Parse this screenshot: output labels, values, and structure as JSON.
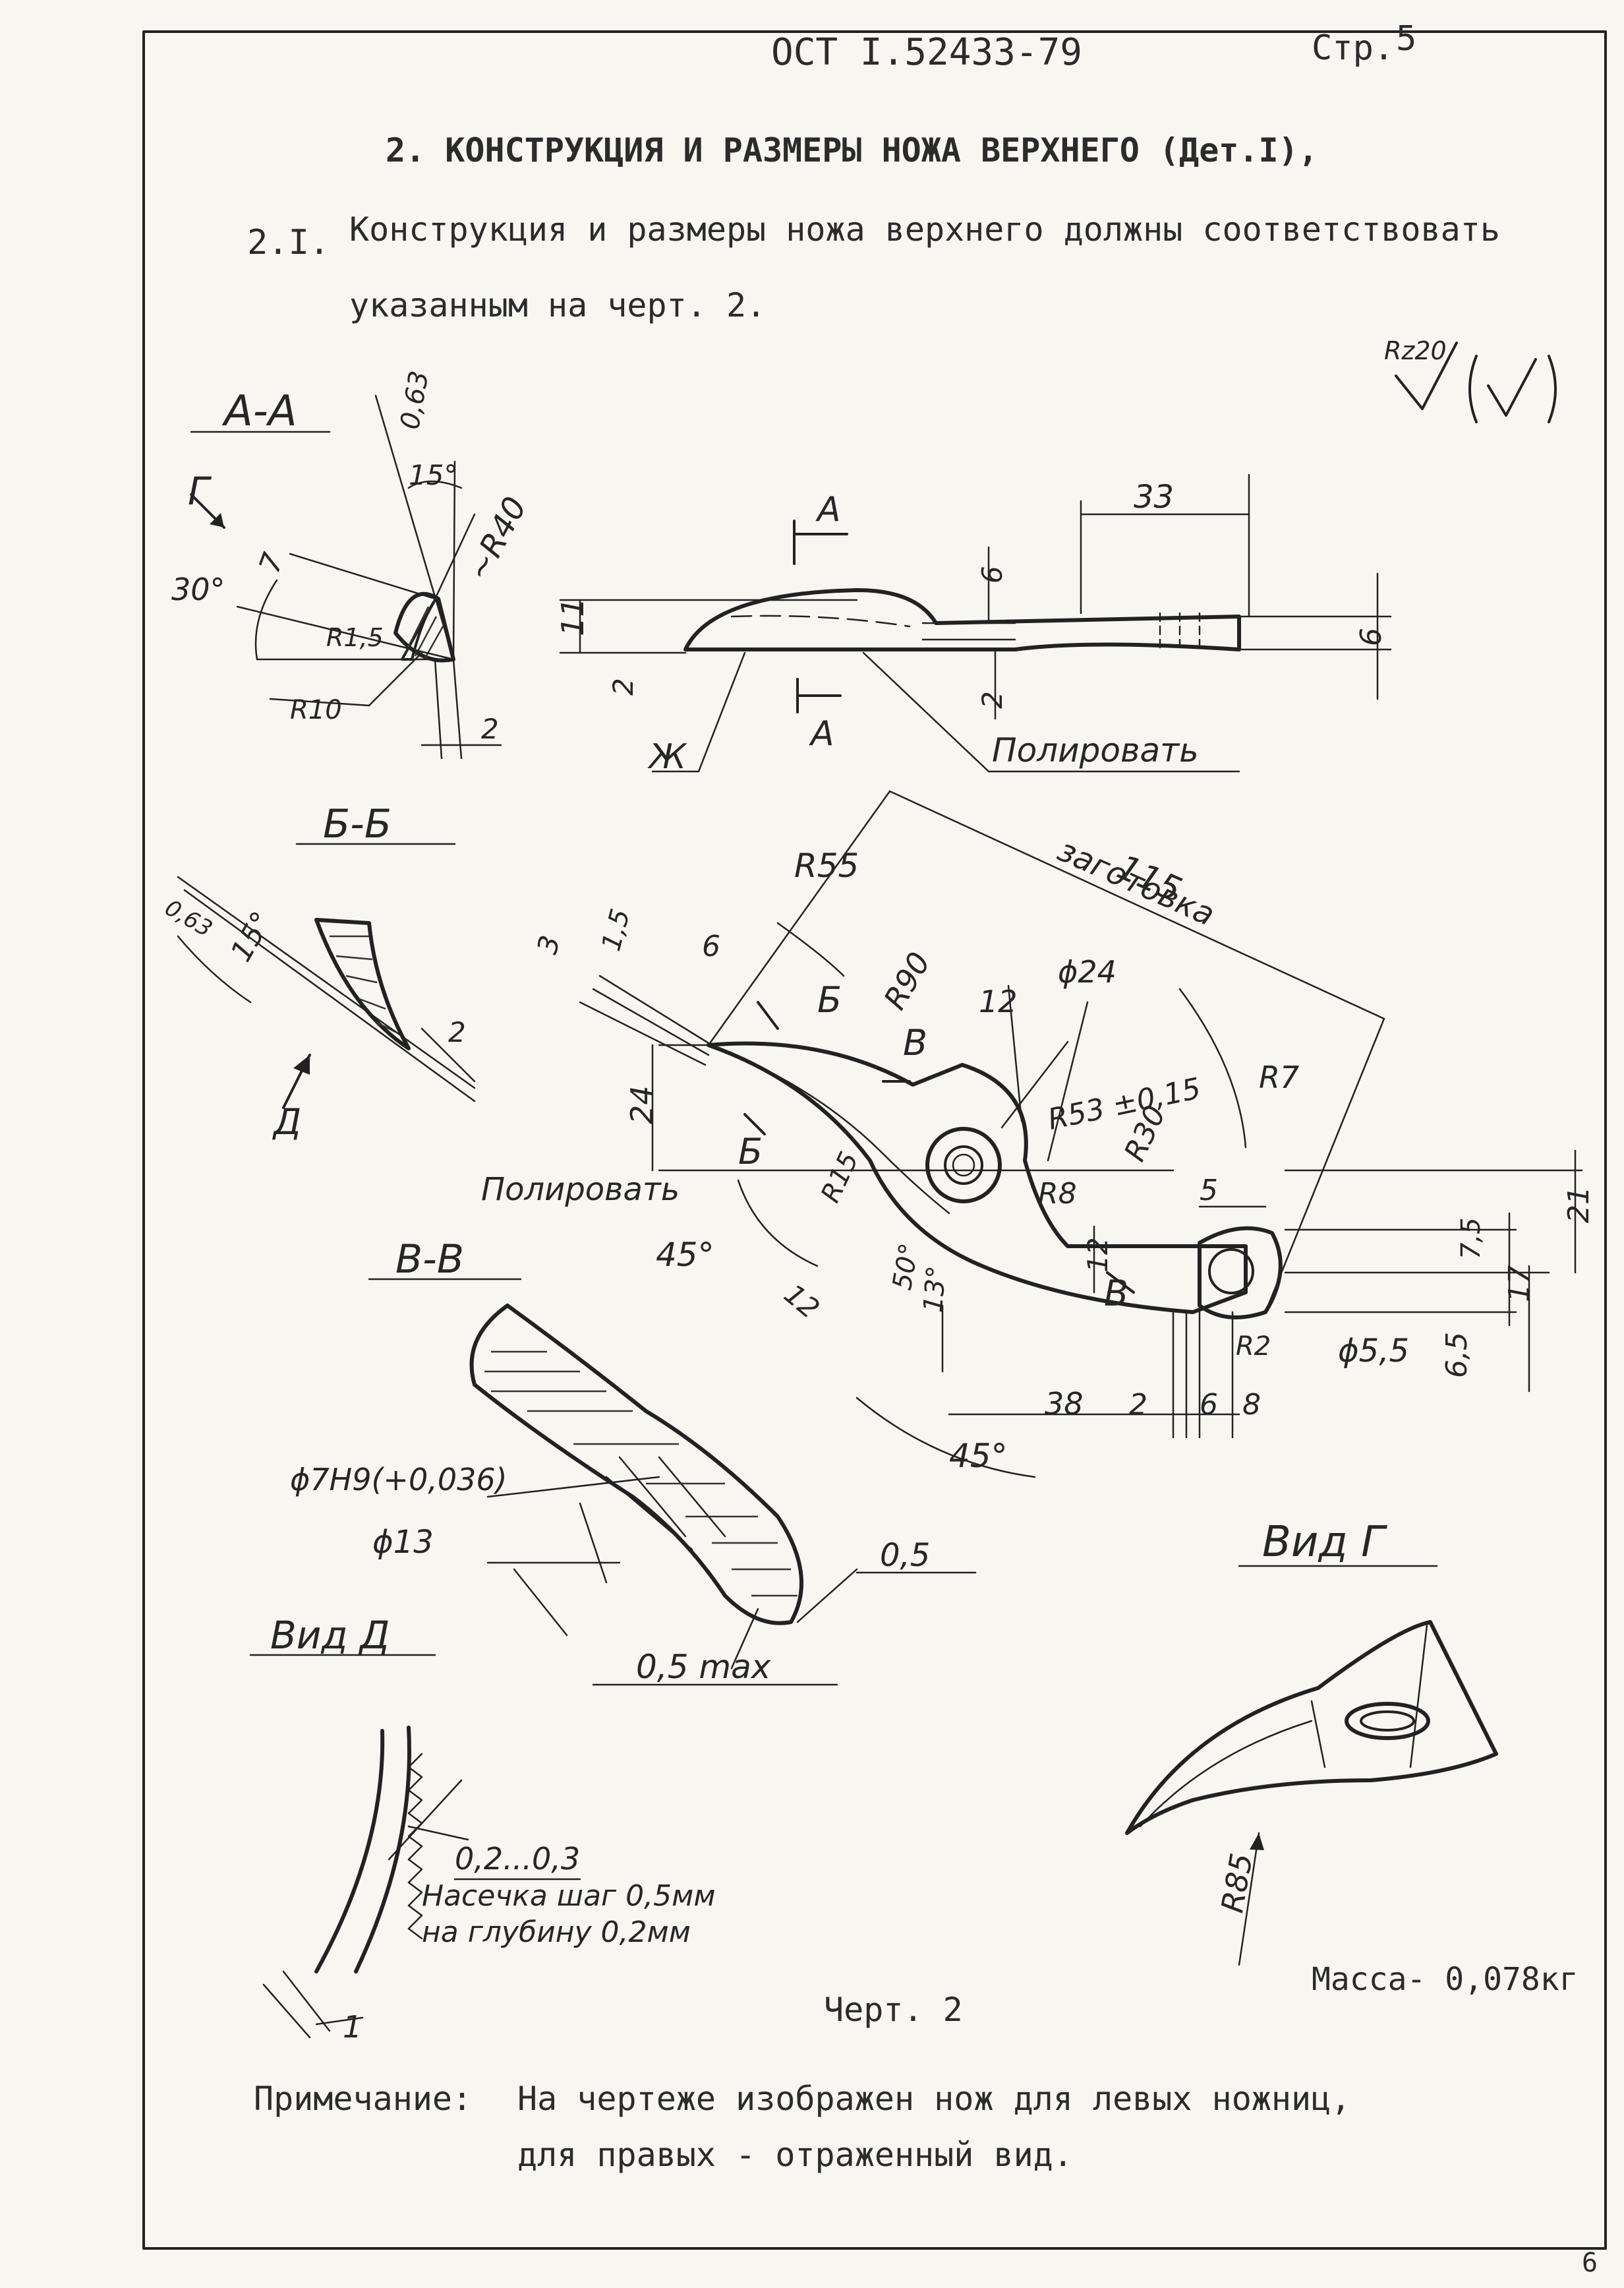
{
  "header": {
    "standard": "ОСТ  I.52433-79",
    "page_label": "Стр.",
    "page_number": "5"
  },
  "section": {
    "title": "2. КОНСТРУКЦИЯ И РАЗМЕРЫ НОЖА ВЕРХНЕГО (Дет.I),",
    "para_number": "2.I.",
    "para_line1": "Конструкция и размеры ножа верхнего должны соответствовать",
    "para_line2": "указанным на черт.  2."
  },
  "drawing": {
    "roughness": "Rz20",
    "views": {
      "aa": "А-А",
      "bb": "Б-Б",
      "vv": "В-В",
      "vid_d": "Вид Д",
      "vid_g": "Вид Г"
    },
    "letters": {
      "A": "А",
      "B": "Б",
      "V": "В",
      "G": "Г",
      "D": "Д",
      "Zh": "Ж"
    },
    "dims": {
      "d_063": "0,63",
      "d_15deg": "15°",
      "d_r40": "~R40",
      "d_7": "7",
      "d_30deg": "30°",
      "d_r15": "R1,5",
      "d_r10": "R10",
      "d_2": "2",
      "d_33": "33",
      "d_6": "6",
      "d_11": "11",
      "d_r55": "R55",
      "d_115": "115",
      "d_zagotovka": "заготовка",
      "d_3": "3",
      "d_1_5": "1,5",
      "d_r90": "R90",
      "d_12": "12",
      "d_phi24": "ϕ24",
      "d_r53": "R53 ±0,15",
      "d_r30": "R30",
      "d_r7": "R7",
      "d_24": "24",
      "d_r8": "R8",
      "d_5": "5",
      "d_21": "21",
      "d_7_5": "7,5",
      "d_17": "17",
      "d_6_5": "6,5",
      "d_r15b": "R15",
      "d_45deg": "45°",
      "d_50deg": "50°",
      "d_13deg": "13°",
      "d_r2": "R2",
      "d_phi5_5": "ϕ5,5",
      "d_38": "38",
      "d_8": "8",
      "d_phi7": "ϕ7H9(+0,036)",
      "d_phi13": "ϕ13",
      "d_0_5": "0,5",
      "d_0_5max": "0,5 max",
      "d_0203": "0,2...0,3",
      "d_r85": "R85",
      "d_1": "1"
    },
    "notes": {
      "polish": "Полировать",
      "knurl_line1": "Насечка шаг 0,5мм",
      "knurl_line2": "на глубину 0,2мм"
    }
  },
  "footer": {
    "mass": "Масса- 0,078кг",
    "caption": "Черт. 2",
    "note_label": "Примечание:",
    "note_line1": "На чертеже изображен нож для левых ножниц,",
    "note_line2": "для правых - отраженный вид.",
    "corner_number": "6"
  }
}
